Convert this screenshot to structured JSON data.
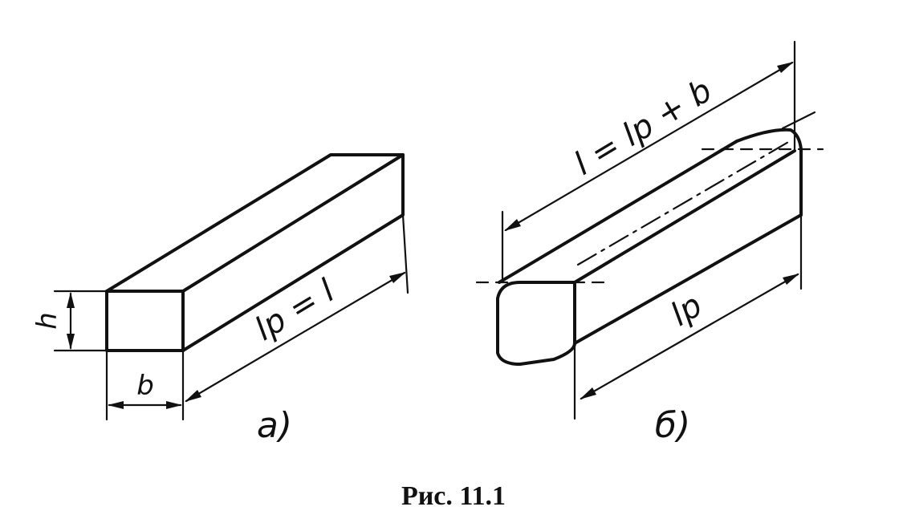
{
  "figure": {
    "caption": "Рис. 11.1",
    "variant_a": {
      "label": "а)",
      "dim_height": "h",
      "dim_width": "b",
      "dim_length": "lp = l"
    },
    "variant_b": {
      "label": "б)",
      "dim_total": "l = lp + b",
      "dim_working": "lp"
    }
  }
}
